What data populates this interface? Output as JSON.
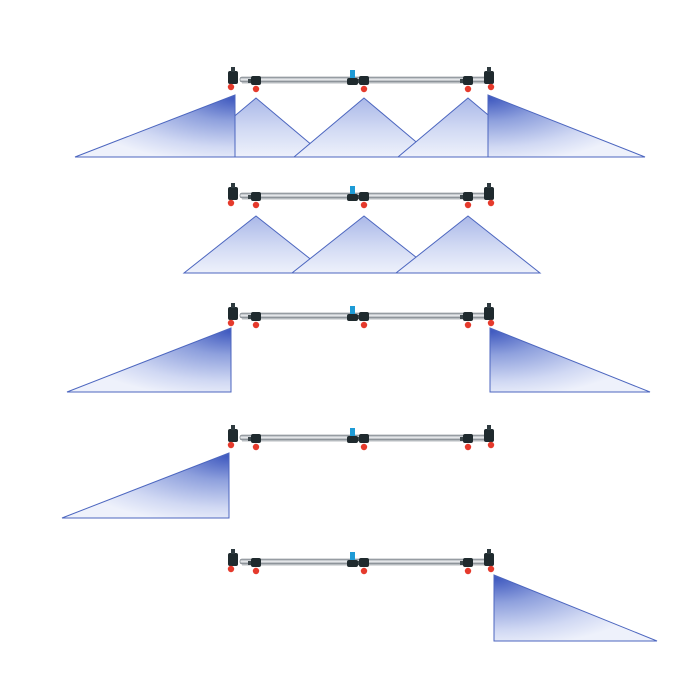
{
  "diagram": {
    "description_free": true,
    "colors": {
      "fan_light": "#eef1fb",
      "fan_mid": "#c7d1f1",
      "fan_dark": "#4a63c4",
      "fan_edge": "#4c66bf",
      "boom_pipe": "#9aa1a8",
      "boom_pipe_highlight": "#e6e9ec",
      "valve_body": "#1f2a2e",
      "nozzle_tip": "#e53a2c",
      "center_valve_tip": "#1e9bd6",
      "background": "#ffffff"
    },
    "configurations": [
      {
        "section_1_left_boom": "on",
        "section_2_center": "on",
        "section_3_right_boom": "on"
      },
      {
        "section_1_left_boom": "off",
        "section_2_center": "on",
        "section_3_right_boom": "off"
      },
      {
        "section_1_left_boom": "on",
        "section_2_center": "off",
        "section_3_right_boom": "on"
      },
      {
        "section_1_left_boom": "on",
        "section_2_center": "off",
        "section_3_right_boom": "off"
      },
      {
        "section_1_left_boom": "off",
        "section_2_center": "off",
        "section_3_right_boom": "on"
      }
    ],
    "icons": {
      "boom_nozzle": "spray-nozzle-icon",
      "end_nozzle": "boomless-end-nozzle-icon",
      "center_valve": "center-valve-icon"
    }
  }
}
